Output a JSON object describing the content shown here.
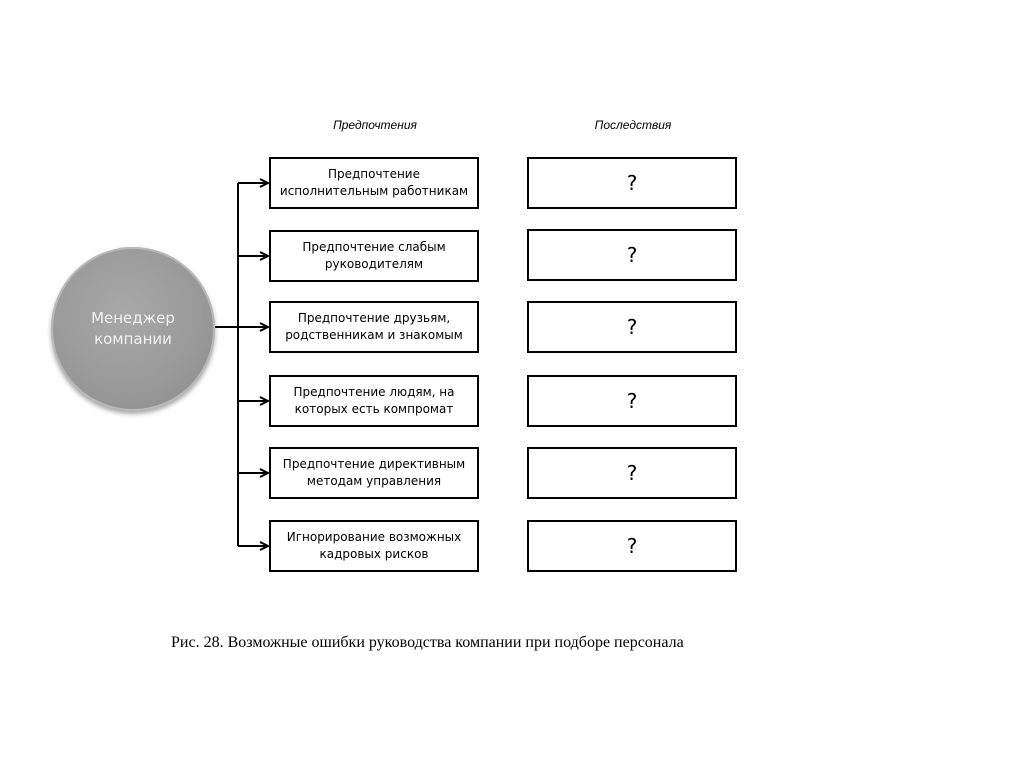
{
  "diagram": {
    "headers": {
      "preferences": "Предпочтения",
      "consequences": "Последствия"
    },
    "manager": "Менеджер\nкомпании",
    "rows": [
      {
        "preference": "Предпочтение\nисполнительным работникам",
        "consequence": "?"
      },
      {
        "preference": "Предпочтение  слабым\nруководителям",
        "consequence": "?"
      },
      {
        "preference": "Предпочтение друзьям,\nродственникам и знакомым",
        "consequence": "?"
      },
      {
        "preference": "Предпочтение людям, на\nкоторых есть компромат",
        "consequence": "?"
      },
      {
        "preference": "Предпочтение директивным\nметодам управления",
        "consequence": "?"
      },
      {
        "preference": "Игнорирование возможных\nкадровых рисков",
        "consequence": "?"
      }
    ],
    "caption": "Рис. 28. Возможные ошибки руководства компании при подборе персонала"
  }
}
